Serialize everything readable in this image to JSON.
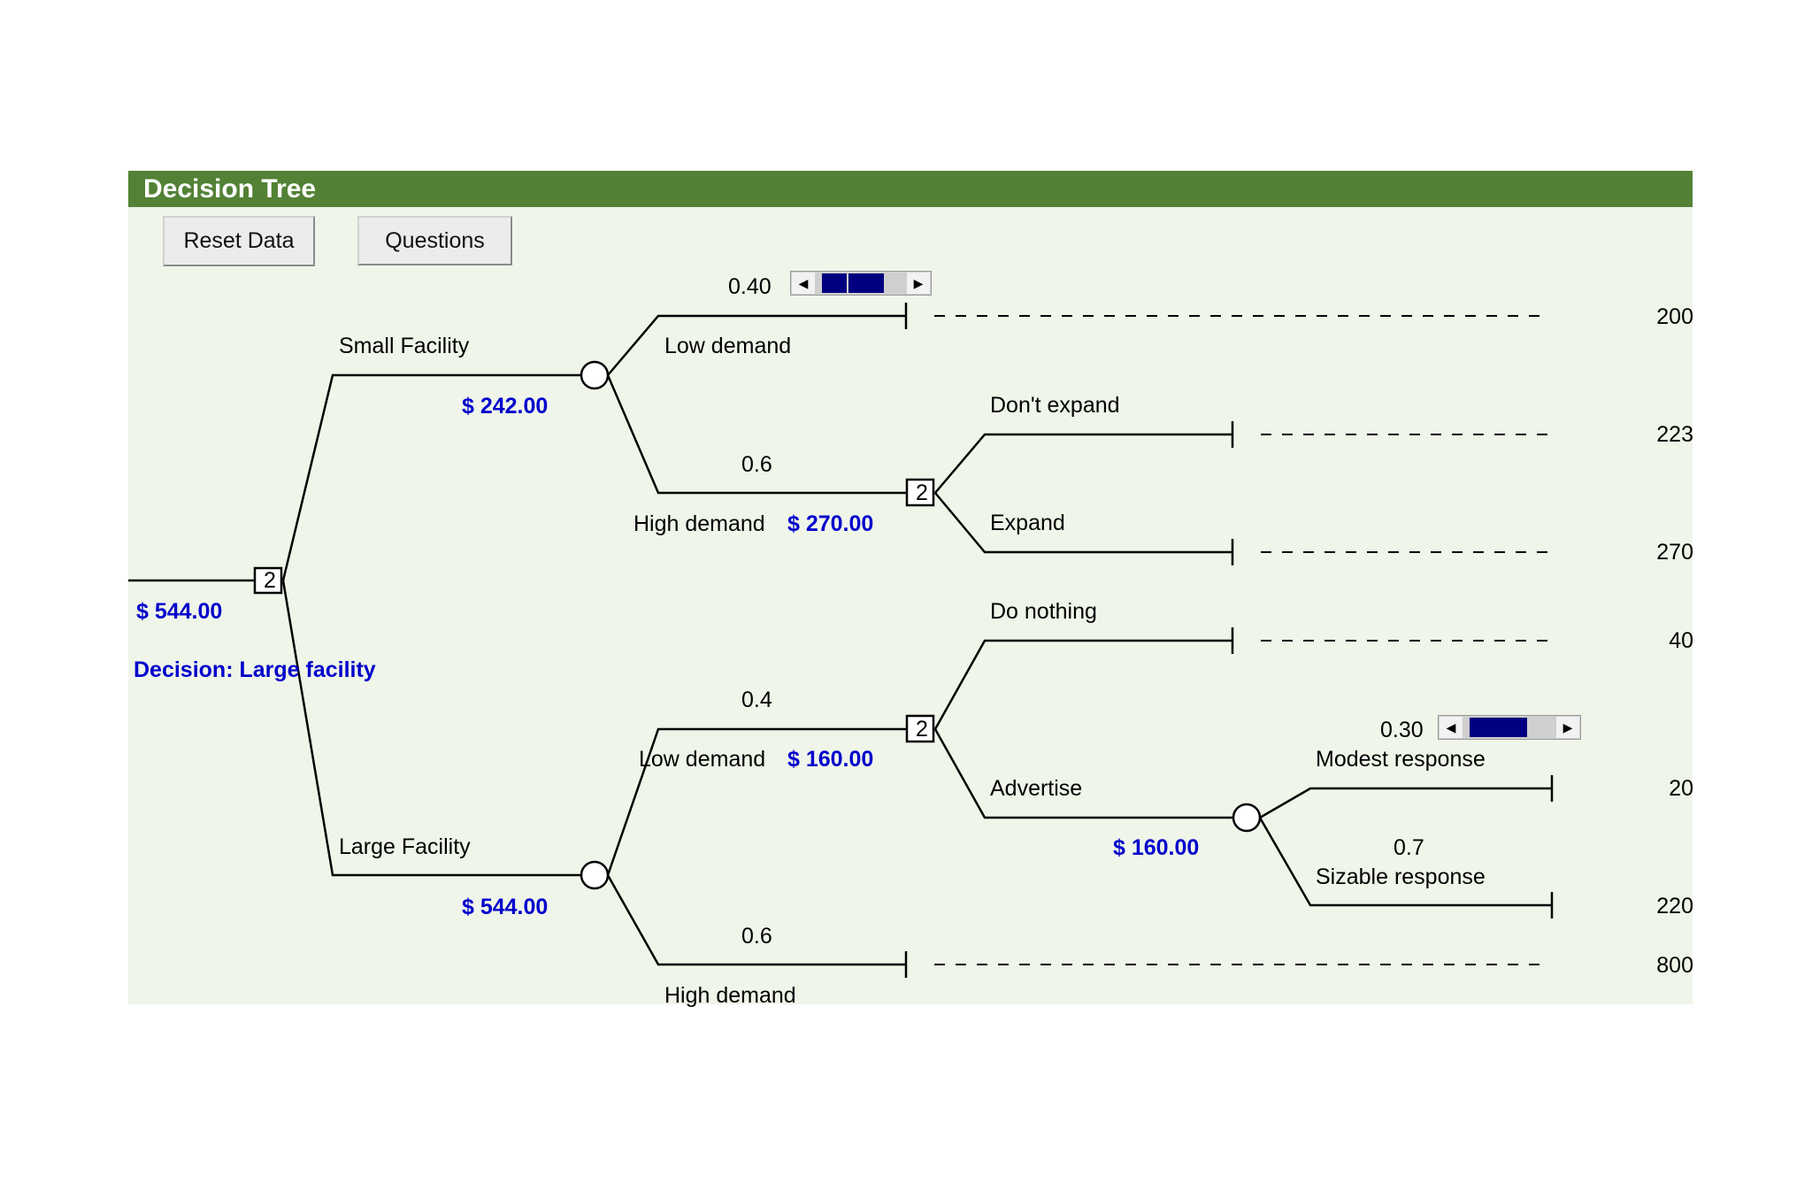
{
  "window": {
    "title": "Decision Tree"
  },
  "toolbar": {
    "reset_label": "Reset Data",
    "questions_label": "Questions"
  },
  "tree": {
    "root_value": "$   544.00",
    "decision_text": "Decision: Large facility",
    "root_node_label": "2",
    "small_facility": {
      "label": "Small Facility",
      "value": "$   242.00",
      "low_demand": {
        "prob": "0.40",
        "label": "Low demand",
        "payoff": "200"
      },
      "high_demand": {
        "prob": "0.6",
        "label": "High demand",
        "value": "$   270.00",
        "node_label": "2",
        "dont_expand": {
          "label": "Don't expand",
          "payoff": "223"
        },
        "expand": {
          "label": "Expand",
          "payoff": "270"
        }
      }
    },
    "large_facility": {
      "label": "Large Facility",
      "value": "$   544.00",
      "low_demand": {
        "prob": "0.4",
        "label": "Low demand",
        "value": "$   160.00",
        "node_label": "2",
        "do_nothing": {
          "label": "Do nothing",
          "payoff": "40"
        },
        "advertise": {
          "label": "Advertise",
          "value": "$   160.00",
          "modest": {
            "prob": "0.30",
            "label": "Modest response",
            "payoff": "20"
          },
          "sizable": {
            "prob": "0.7",
            "label": "Sizable response",
            "payoff": "220"
          }
        }
      },
      "high_demand": {
        "prob": "0.6",
        "label": "High demand",
        "payoff": "800"
      }
    }
  },
  "spinners": {
    "small_low_demand": {
      "value": 0.4,
      "left_arrow": "◀",
      "right_arrow": "▶"
    },
    "modest_response": {
      "value": 0.3,
      "left_arrow": "◀",
      "right_arrow": "▶"
    }
  },
  "colors": {
    "header": "#538135",
    "panel": "#eff5e9",
    "value_text": "#0000cc",
    "spinner_fill": "#000080"
  }
}
